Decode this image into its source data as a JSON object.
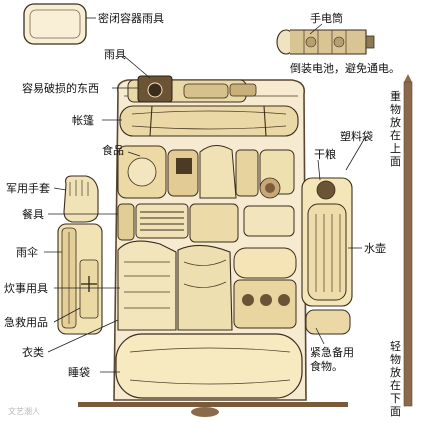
{
  "labels": {
    "sealed_rain": "密闭容器雨具",
    "flashlight": "手电筒",
    "flashlight_note": "倒装电池，避免通电。",
    "raingear": "雨具",
    "fragile": "容易破损的东西",
    "tent": "帐篷",
    "food": "食品",
    "plastic_bag": "塑料袋",
    "gloves": "军用手套",
    "dry_food": "干粮",
    "utensils": "餐具",
    "kettle": "水壶",
    "umbrella": "雨伞",
    "cookware": "炊事用具",
    "first_aid": "急救用品",
    "emergency_food_1": "紧急备用",
    "emergency_food_2": "食物。",
    "clothing": "衣类",
    "sleeping_bag": "睡袋",
    "heavy_top": "重物放在上面",
    "light_bottom": "轻物放在下面"
  },
  "watermark": "文艺潮人",
  "colors": {
    "paper": "#f4e6b8",
    "ink": "#3a2d1c",
    "frame": "#7a5a3a",
    "rod": "#8b6a4b"
  }
}
